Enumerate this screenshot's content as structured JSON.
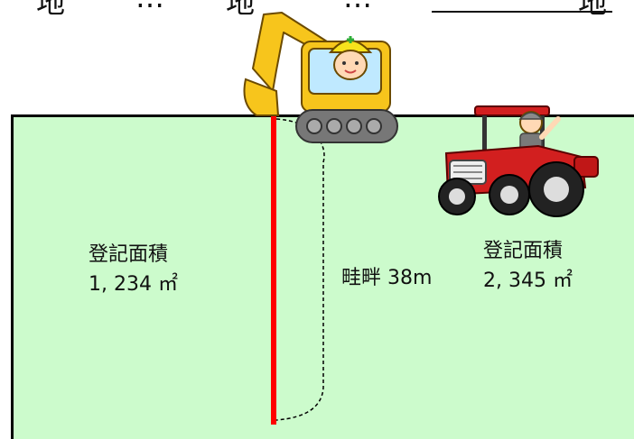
{
  "top_text": [
    "地",
    "…",
    "地",
    "…",
    "地"
  ],
  "parcels": {
    "left": {
      "label": "登記面積",
      "area": "1, 234 ㎡"
    },
    "right": {
      "label": "登記面積",
      "area": "2, 345 ㎡"
    }
  },
  "ridge": {
    "label": "畦畔 38m"
  },
  "colors": {
    "field": "#ccfbcc",
    "boundary": "#ff0000",
    "outline": "#000000"
  },
  "illustrations": [
    "excavator-icon",
    "tractor-icon"
  ]
}
